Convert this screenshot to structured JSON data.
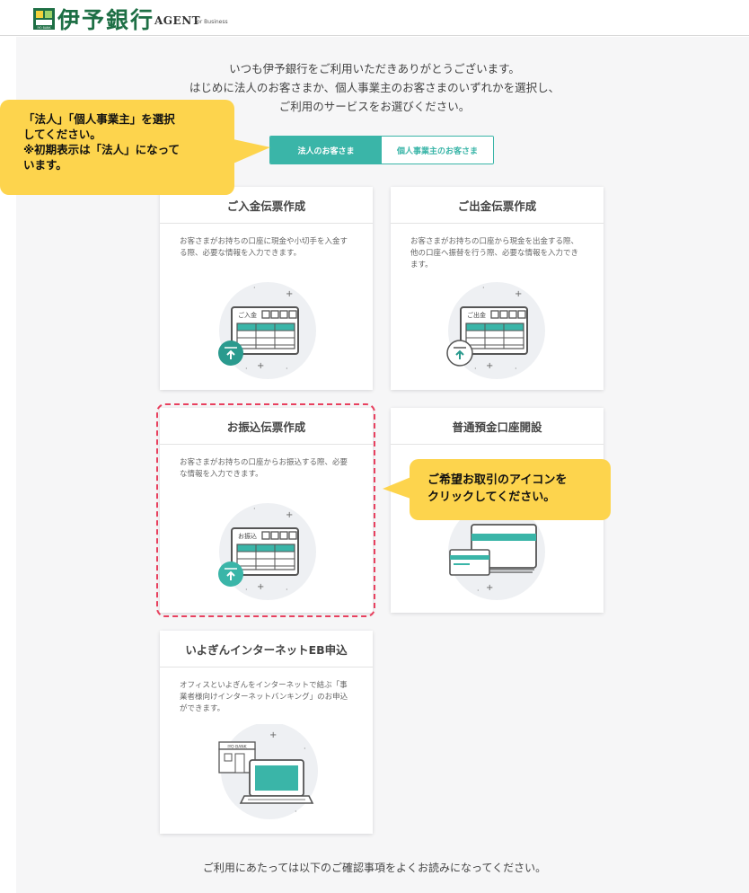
{
  "header": {
    "bank_name": "伊予銀行",
    "mark_caption": "IYO BANK",
    "agent_label": "AGENT",
    "agent_sub": "for Business"
  },
  "intro": {
    "line1": "いつも伊予銀行をご利用いただきありがとうございます。",
    "line2": "はじめに法人のお客さまか、個人事業主のお客さまのいずれかを選択し、",
    "line3": "ご利用のサービスをお選びください。"
  },
  "toggle": {
    "corporate": "法人のお客さま",
    "individual": "個人事業主のお客さま",
    "selected": "corporate"
  },
  "cards": {
    "deposit": {
      "title": "ご入金伝票作成",
      "desc": "お客さまがお持ちの口座に現金や小切手を入金する際、必要な情報を入力できます。",
      "form_label": "ご入金"
    },
    "withdraw": {
      "title": "ご出金伝票作成",
      "desc": "お客さまがお持ちの口座から現金を出金する際、他の口座へ振替を行う際、必要な情報を入力できます。",
      "form_label": "ご出金"
    },
    "transfer": {
      "title": "お振込伝票作成",
      "desc": "お客さまがお持ちの口座からお振込する際、必要な情報を入力できます。",
      "form_label": "お振込"
    },
    "account": {
      "title": "普通預金口座開設"
    },
    "eb": {
      "title": "いよぎんインターネットEB申込",
      "desc": "オフィスといよぎんをインターネットで結ぶ「事業者様向けインターネットバンキング」のお申込ができます。",
      "store_label": "IYO BANK"
    }
  },
  "callouts": {
    "toggle_hint_line1": "「法人」「個人事業主」を選択",
    "toggle_hint_line2": "してください。",
    "toggle_hint_line3": "※初期表示は「法人」になって",
    "toggle_hint_line4": "います。",
    "icon_hint_line1": "ご希望お取引のアイコンを",
    "icon_hint_line2": "クリックしてください。"
  },
  "footer": {
    "notice": "ご利用にあたっては以下のご確認事項をよくお読みになってください。"
  },
  "colors": {
    "brand_green": "#1e6f45",
    "accent_teal": "#3ab5a8",
    "callout_yellow": "#fdd44d",
    "highlight_red": "#e8415f"
  }
}
